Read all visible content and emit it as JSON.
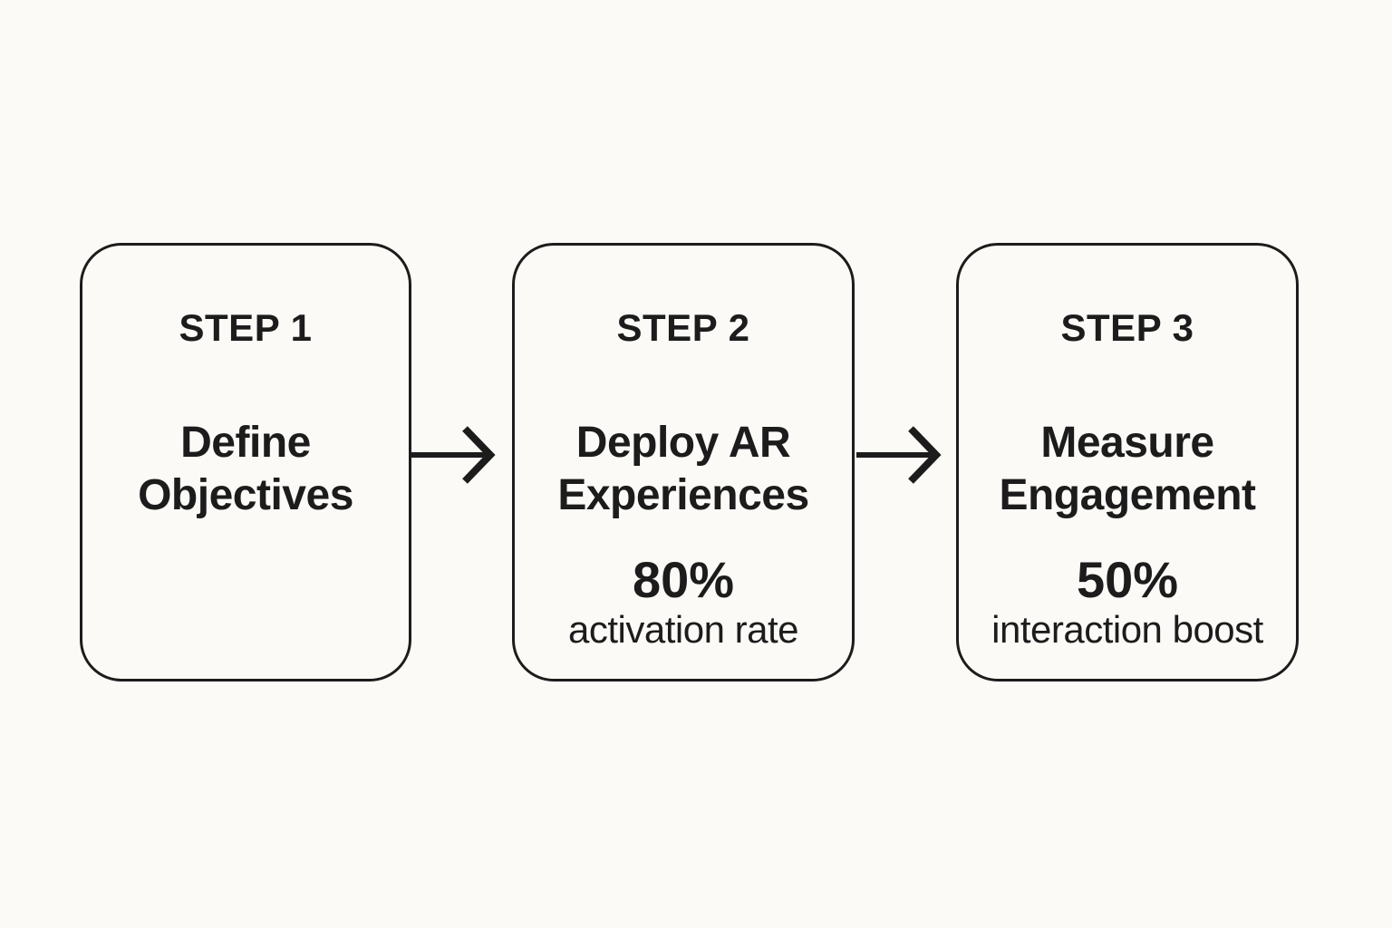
{
  "colors": {
    "background": "#fcfaf7",
    "ink": "#1c1c1c"
  },
  "diagram": {
    "steps": [
      {
        "step_label": "STEP 1",
        "title_line1": "Define",
        "title_line2": "Objectives",
        "stat_value": "",
        "stat_label": ""
      },
      {
        "step_label": "STEP 2",
        "title_line1": "Deploy AR",
        "title_line2": "Experiences",
        "stat_value": "80%",
        "stat_label": "activation rate"
      },
      {
        "step_label": "STEP 3",
        "title_line1": "Measure",
        "title_line2": "Engagement",
        "stat_value": "50%",
        "stat_label": "interaction boost"
      }
    ],
    "arrow_glyph": "right-arrow"
  }
}
